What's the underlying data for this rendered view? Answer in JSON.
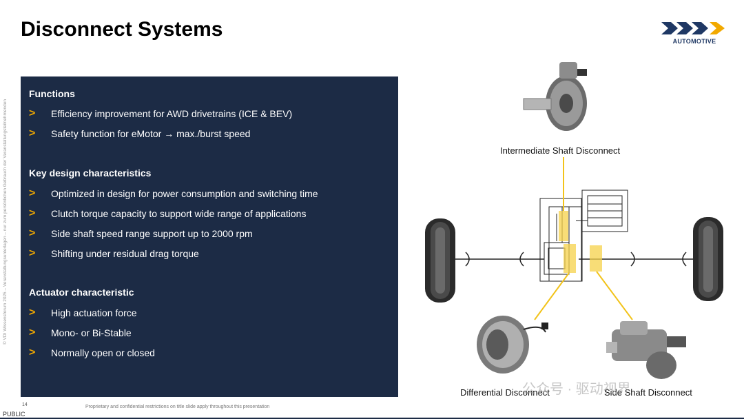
{
  "slide": {
    "title": "Disconnect Systems",
    "page_number": "14",
    "public_label": "PUBLIC",
    "footer_note": "Proprietary and confidential restrictions on title slide apply throughout this presentation",
    "side_copyright": "© VDI Wissensforum 2025 – Veranstaltungsunterlagen – nur zum persönlichen Gebrauch der Veranstaltungsteilnehmenden"
  },
  "logo": {
    "icon": "gkn-logo-icon",
    "subtitle": "AUTOMOTIVE",
    "brand_color": "#1f3864",
    "accent_color": "#f2a900"
  },
  "panel": {
    "background": "#1c2b45",
    "bullet_color": "#f2a900",
    "sections": [
      {
        "heading": "Functions",
        "items": [
          "Efficiency improvement for AWD drivetrains (ICE & BEV)",
          "Safety function for eMotor → max./burst speed"
        ]
      },
      {
        "heading": "Key design characteristics",
        "items": [
          "Optimized in design for power consumption and switching time",
          "Clutch torque capacity to support wide range of applications",
          "Side shaft speed range support up to 2000 rpm",
          "Shifting under residual drag torque"
        ]
      },
      {
        "heading": "Actuator characteristic",
        "items": [
          "High actuation force",
          "Mono- or Bi-Stable",
          "Normally open or closed"
        ]
      }
    ]
  },
  "diagram": {
    "captions": {
      "intermediate": "Intermediate Shaft Disconnect",
      "differential": "Differential Disconnect",
      "side_shaft": "Side Shaft Disconnect"
    },
    "highlight_color": "#f5d24a"
  },
  "watermark": "公众号 · 驱动视界"
}
